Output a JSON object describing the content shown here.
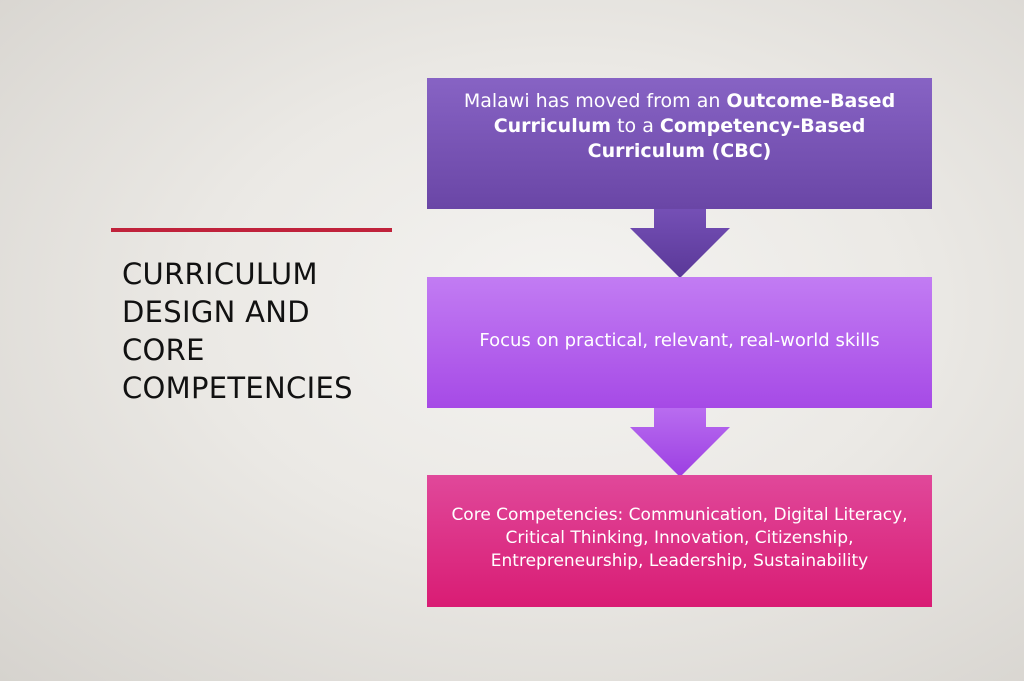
{
  "slide": {
    "title_lines": [
      "CURRICULUM",
      "DESIGN AND",
      "CORE",
      "COMPETENCIES"
    ],
    "accent_color": "#c0223b"
  },
  "flow": {
    "steps": [
      {
        "parts": [
          {
            "text": "Malawi has moved from an ",
            "bold": false
          },
          {
            "text": "Outcome-Based Curriculum",
            "bold": true
          },
          {
            "text": " to a ",
            "bold": false
          },
          {
            "text": "Competency-Based Curriculum (CBC)",
            "bold": true
          }
        ],
        "color_top": "#8763c4",
        "color_bottom": "#6a46a6"
      },
      {
        "parts": [
          {
            "text": "Focus on practical, relevant, real-world skills",
            "bold": false
          }
        ],
        "color_top": "#c27cf3",
        "color_bottom": "#a64ae6"
      },
      {
        "parts": [
          {
            "text": "Core Competencies: Communication, Digital Literacy, Critical Thinking, Innovation, Citizenship, Entrepreneurship, Leadership, Sustainability",
            "bold": false
          }
        ],
        "color_top": "#e0489a",
        "color_bottom": "#d91c74"
      }
    ],
    "connectors": [
      {
        "color_top": "#7550b6",
        "color_bottom": "#5a3898"
      },
      {
        "color_top": "#b96df0",
        "color_bottom": "#9c3fe2"
      }
    ]
  }
}
